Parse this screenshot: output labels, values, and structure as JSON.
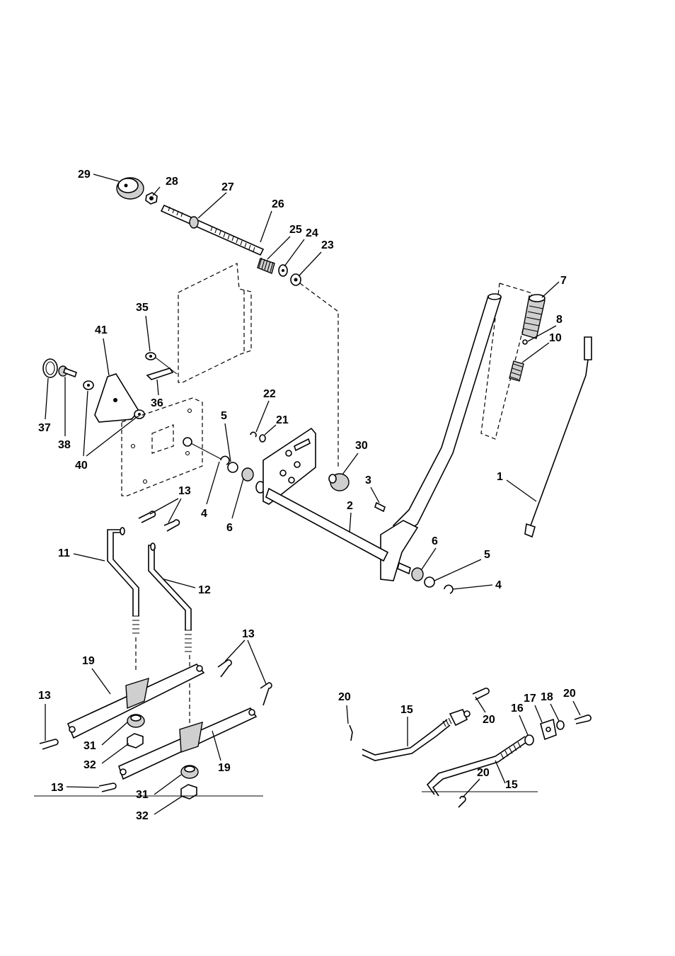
{
  "labels": {
    "l29": "29",
    "l28": "28",
    "l27": "27",
    "l26": "26",
    "l25": "25",
    "l24": "24",
    "l23": "23",
    "l7": "7",
    "l8": "8",
    "l10": "10",
    "l1": "1",
    "l35": "35",
    "l41": "41",
    "l36": "36",
    "l37": "37",
    "l38": "38",
    "l40": "40",
    "l22": "22",
    "l21": "21",
    "l5a": "5",
    "l4a": "4",
    "l6a": "6",
    "l30": "30",
    "l3": "3",
    "l2": "2",
    "l6b": "6",
    "l5b": "5",
    "l4b": "4",
    "l13a": "13",
    "l11": "11",
    "l12": "12",
    "l13b": "13",
    "l19a": "19",
    "l13c": "13",
    "l31a": "31",
    "l32a": "32",
    "l19b": "19",
    "l13d": "13",
    "l31b": "31",
    "l32b": "32",
    "l20a": "20",
    "l15a": "15",
    "l20b": "20",
    "l16": "16",
    "l17": "17",
    "l18": "18",
    "l20c": "20",
    "l20d": "20",
    "l15b": "15"
  }
}
